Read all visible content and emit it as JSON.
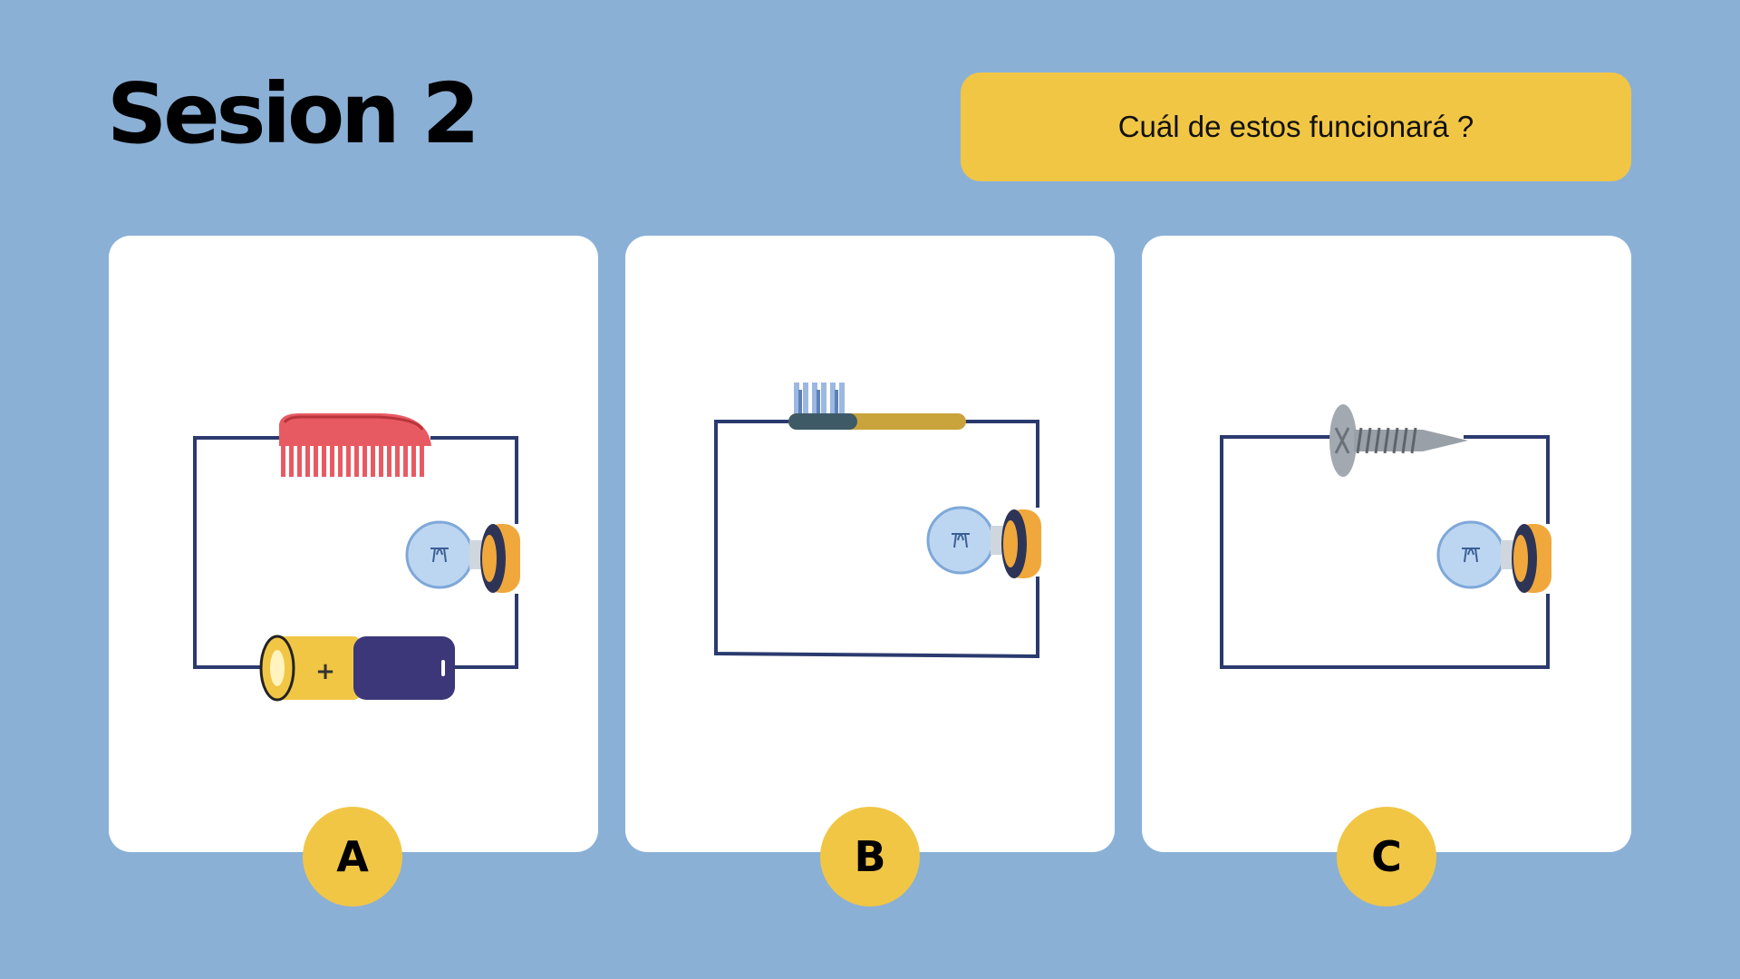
{
  "slide": {
    "title": "Sesion 2",
    "question": "Cuál de estos funcionará ?"
  },
  "options": [
    {
      "letter": "A",
      "object_icon": "comb-icon",
      "has_battery": true
    },
    {
      "letter": "B",
      "object_icon": "toothbrush-icon",
      "has_battery": false
    },
    {
      "letter": "C",
      "object_icon": "screw-icon",
      "has_battery": false
    }
  ],
  "battery_symbol": "+",
  "colors": {
    "background": "#8bb0d6",
    "accent_yellow": "#f1c645",
    "wire": "#2b3a6e",
    "card": "#ffffff"
  }
}
